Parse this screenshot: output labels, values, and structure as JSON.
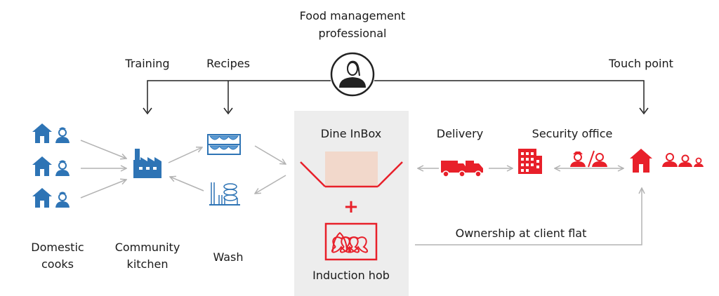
{
  "colors": {
    "blue": "#2e74b5",
    "red": "#e8202a",
    "gray_arrow": "#b3b3b3",
    "dark_line": "#222222",
    "panel": "#ededed",
    "box_fill": "#f2d8cb",
    "text": "#1a1a1a"
  },
  "labels": {
    "professional_line1": "Food management",
    "professional_line2": "professional",
    "training": "Training",
    "recipes": "Recipes",
    "touch_point": "Touch point",
    "domestic_line1": "Domestic",
    "domestic_line2": "cooks",
    "community_line1": "Community",
    "community_line2": "kitchen",
    "wash": "Wash",
    "dine_inbox": "Dine InBox",
    "plus": "+",
    "induction_hob": "Induction hob",
    "delivery": "Delivery",
    "security_office": "Security office",
    "ownership": "Ownership at client flat"
  },
  "icons": {
    "professional": "female-professional-icon",
    "home_cook": "house-with-cook-icon",
    "factory": "factory-icon",
    "bowls": "stacked-bowls-icon",
    "dish_rack": "dish-rack-icon",
    "truck": "delivery-truck-icon",
    "building": "office-building-icon",
    "guards": "security-guards-icon",
    "client_home": "client-home-icon",
    "family": "family-icon",
    "hob": "induction-hob-icon"
  }
}
